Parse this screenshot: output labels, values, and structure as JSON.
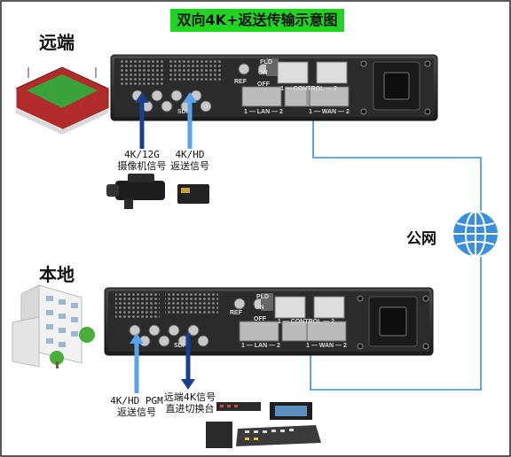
{
  "title": "双向4K+返送传输示意图",
  "remote": {
    "label": "远端",
    "camera_signal": [
      "4K/12G",
      "摄像机信号"
    ],
    "return_signal": [
      "4K/HD",
      "返送信号"
    ]
  },
  "local": {
    "label": "本地",
    "pgm_signal": [
      "4K/HD PGM",
      "返送信号"
    ],
    "switcher_signal": [
      "远端4K信号",
      "直进切换台"
    ]
  },
  "network_label": "公网",
  "device_panel": {
    "ref": "REF",
    "pld": "PLD",
    "on": "ON",
    "off": "OFF",
    "control": "1 — CONTROL — 2",
    "lan": "1 — LAN — 2",
    "wan": "1 — WAN — 2",
    "sdi": "SDI"
  },
  "colors": {
    "title_bg": "#22d321",
    "link_line": "#3b8fd9",
    "arrow_up": "#1a3f8f",
    "arrow_light": "#5aa3e8",
    "device_body": "#2a2a2a"
  }
}
